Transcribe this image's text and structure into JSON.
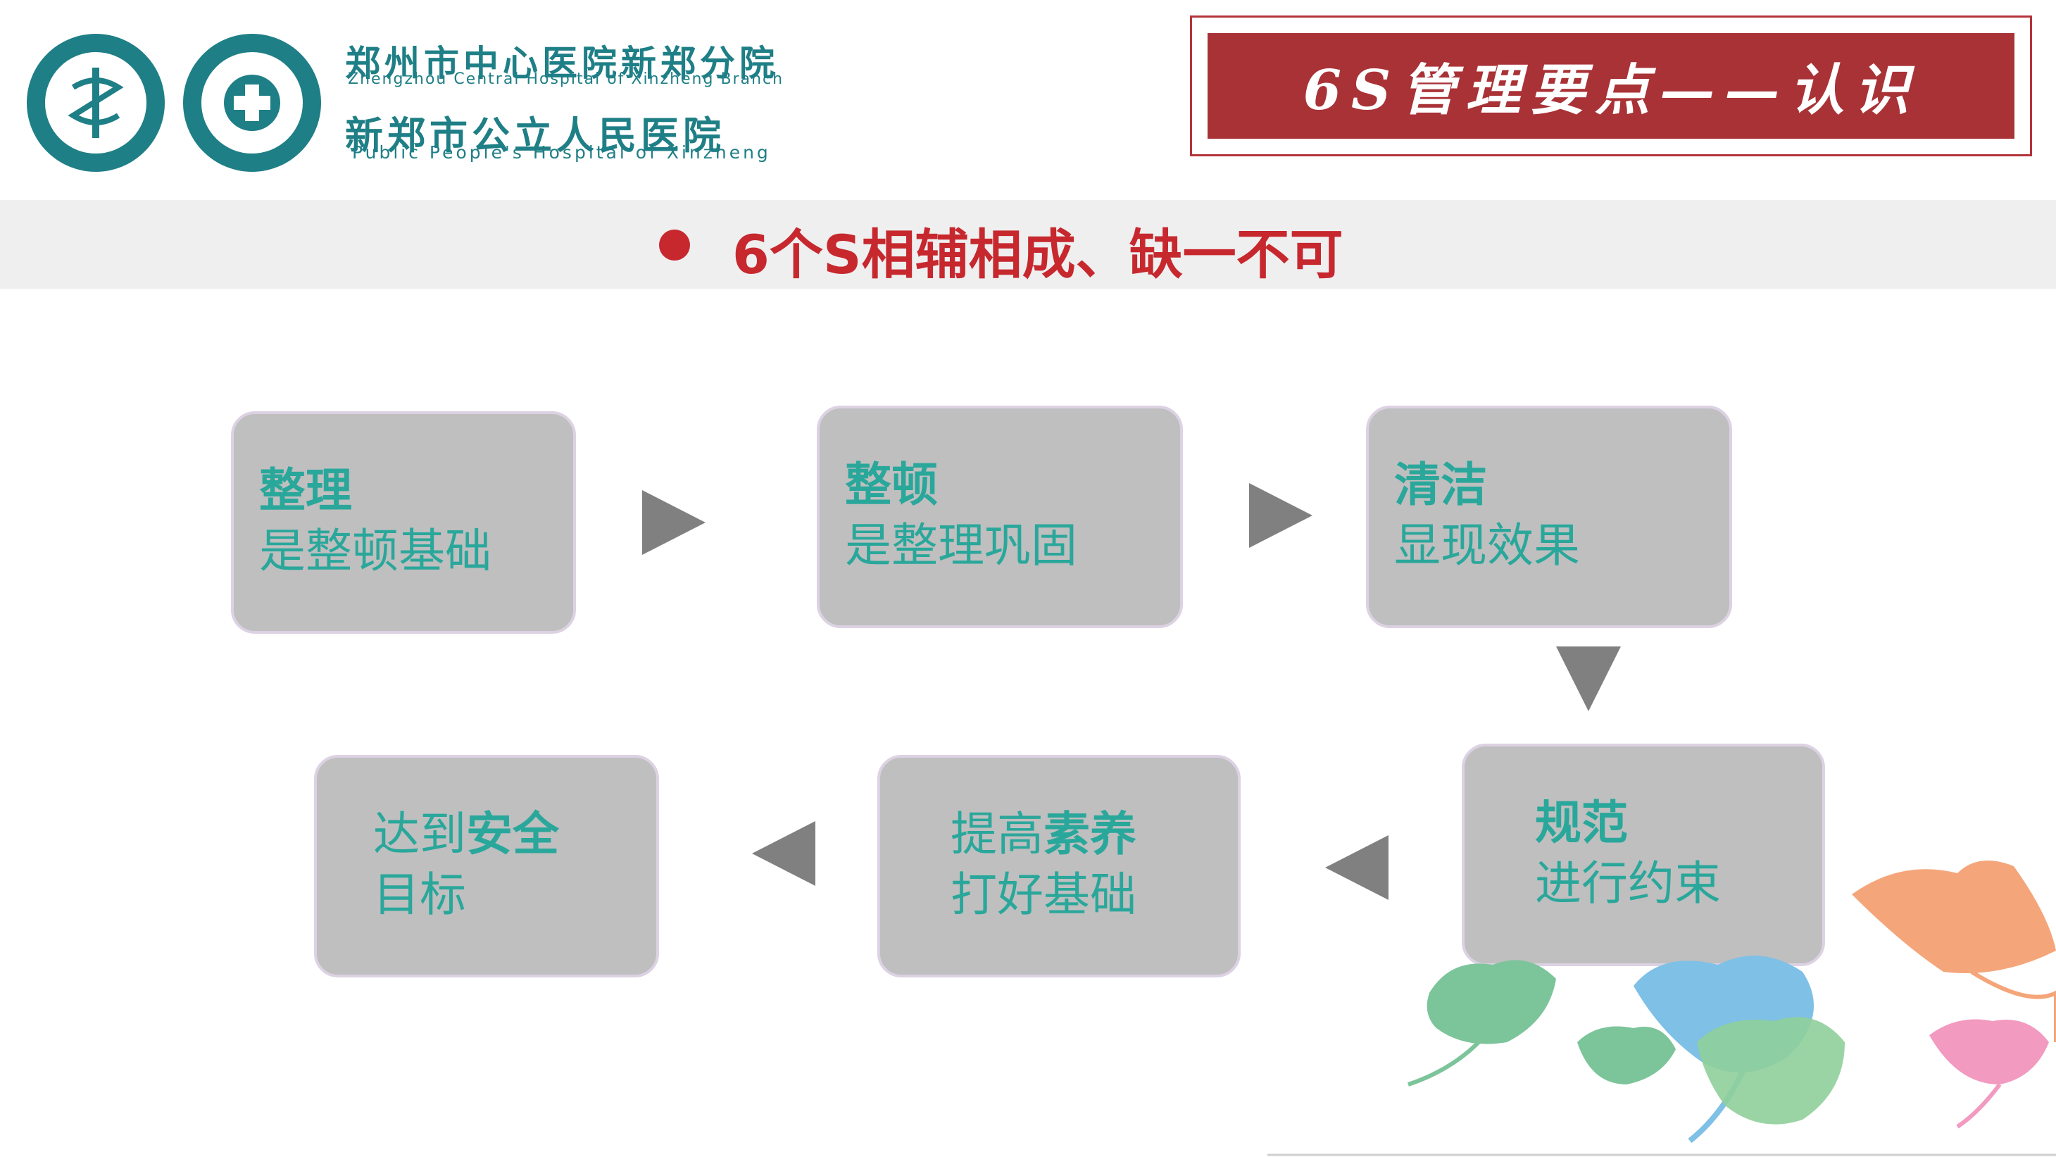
{
  "header": {
    "hospital_name_cn": "郑州市中心医院新郑分院",
    "hospital_name_en": "Zhengzhou Central Hospital of Xinzheng Branch",
    "hospital2_name_cn": "新郑市公立人民医院",
    "hospital2_name_en": "Public People's Hospital of Xinzheng",
    "title": "6S管理要点——认识"
  },
  "subtitle": "6个S相辅相成、缺一不可",
  "steps": [
    {
      "bold": "整理",
      "text": "是整顿基础"
    },
    {
      "bold": "整顿",
      "text": "是整理巩固"
    },
    {
      "bold": "清洁",
      "text": "显现效果"
    },
    {
      "bold": "规范",
      "text": "进行约束"
    },
    {
      "pre": "提高",
      "bold": "素养",
      "text": "打好基础"
    },
    {
      "pre": "达到",
      "bold": "安全",
      "text": "目标"
    }
  ],
  "colors": {
    "teal": "#2aa79b",
    "brand": "#1f7f86",
    "title_red": "#a93236",
    "subtitle_red": "#c6282e",
    "box_gray": "#bfbfbf",
    "arrow_gray": "#808080"
  }
}
